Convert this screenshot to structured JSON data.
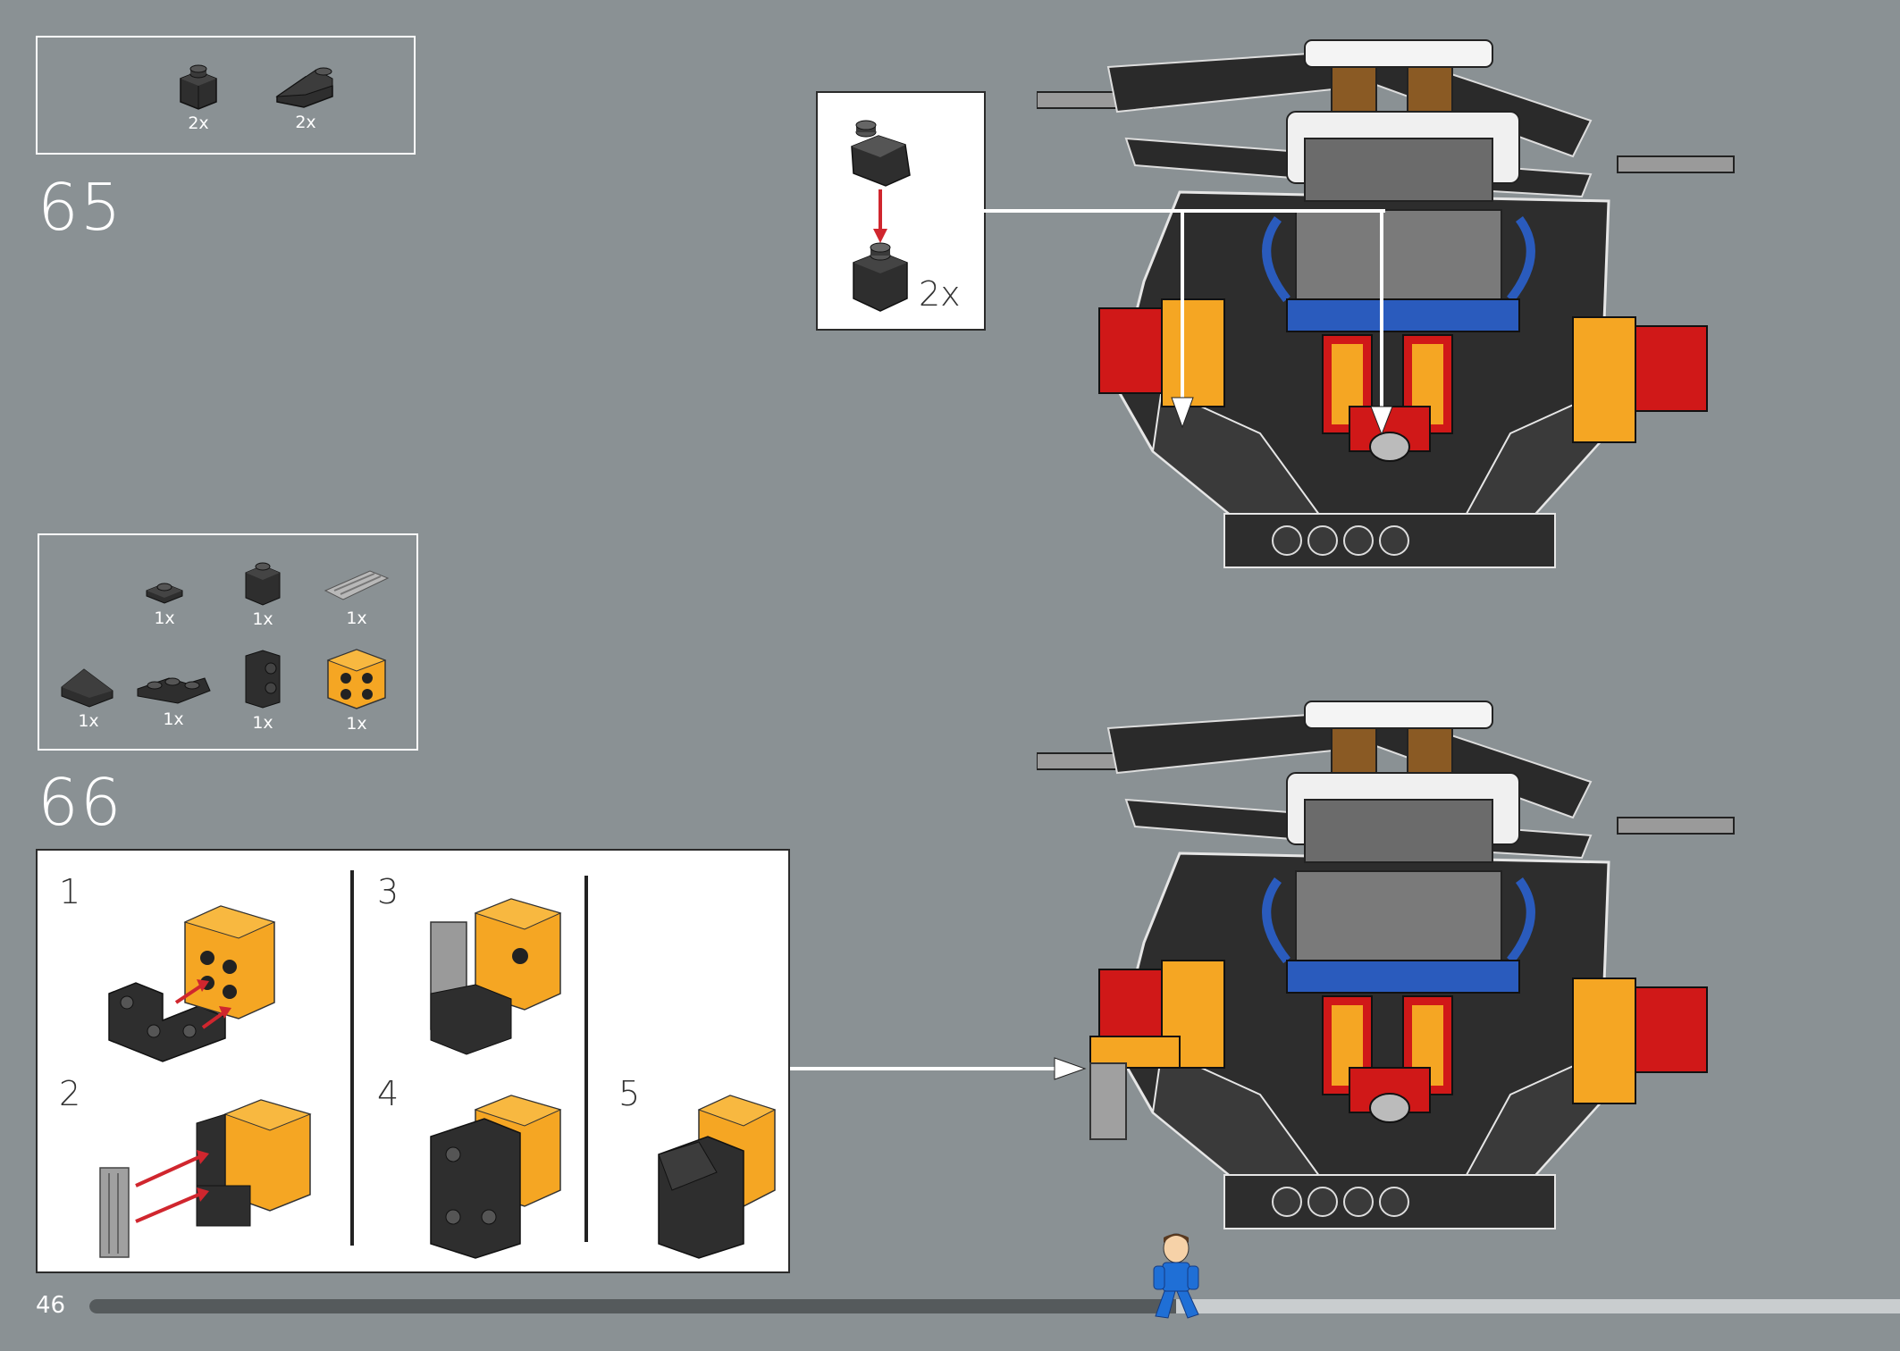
{
  "page": {
    "number": "46",
    "progress_fraction": 0.6
  },
  "step65": {
    "number": "65",
    "parts": [
      {
        "icon": "black-brick-1x1-icon",
        "qty": "2x"
      },
      {
        "icon": "black-slope-1x2-icon",
        "qty": "2x"
      }
    ],
    "callout": {
      "qty": "2x"
    }
  },
  "step66": {
    "number": "66",
    "parts": [
      {
        "icon": "black-tile-1x1-icon",
        "qty": "1x"
      },
      {
        "icon": "black-brick-1x1-icon",
        "qty": "1x"
      },
      {
        "icon": "grey-grille-tile-icon",
        "qty": "1x"
      },
      {
        "icon": "black-slope-icon",
        "qty": "1x"
      },
      {
        "icon": "black-corner-plate-icon",
        "qty": "1x"
      },
      {
        "icon": "black-technic-brick-icon",
        "qty": "1x"
      },
      {
        "icon": "orange-brick-2x2-icon",
        "qty": "1x"
      }
    ],
    "substeps": [
      "1",
      "2",
      "3",
      "4",
      "5"
    ]
  },
  "colors": {
    "background": "#8a9194",
    "brick_orange": "#f5a623",
    "brick_black": "#2e2e2e",
    "arrow_red": "#d0262e"
  }
}
